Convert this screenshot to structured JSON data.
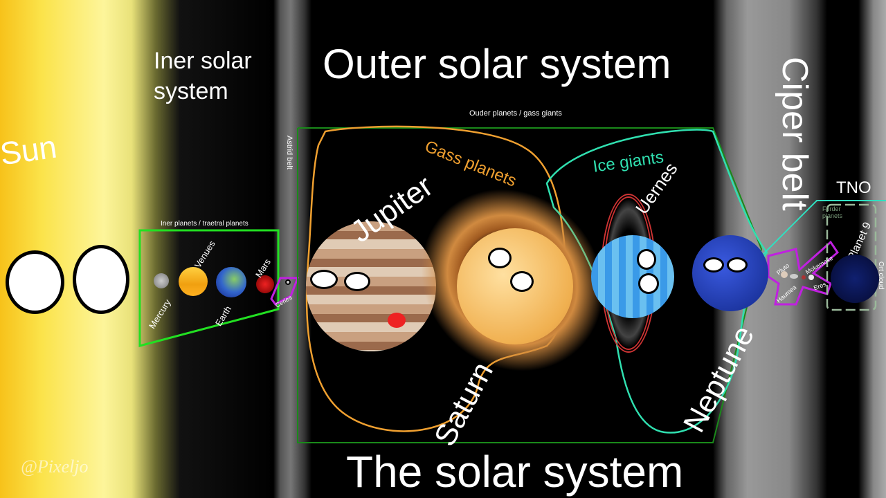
{
  "titles": {
    "main": "The solar system",
    "outer": "Outer solar system",
    "inner": "Iner solar system",
    "sun": "Sun",
    "kuiper": "Ciper belt",
    "tno": "TNO"
  },
  "groups": {
    "inner_planets": "Iner planets / traetral planets",
    "outer_planets": "Ouder planets / gass giants",
    "gas_planets": "Gass planets",
    "ice_giants": "Ice giants",
    "asteroid_belt": "Astrid belt",
    "further_planets": "Ferder planets",
    "oort_cloud": "Ort cloud"
  },
  "planets": {
    "mercury": "Mercury",
    "venus": "Venues",
    "earth": "Earth",
    "mars": "Mars",
    "ceres": "Ceries",
    "jupiter": "Jupiter",
    "saturn": "Saturn",
    "uranus": "Uernes",
    "neptune": "Neptune",
    "pluto": "Pluto",
    "haumea": "Haumea",
    "makemake": "Mokemoke",
    "eris": "Eres",
    "planet9": "Planet 9"
  },
  "watermark": "@Pixeljo",
  "colors": {
    "inner_outline": "#22e022",
    "outer_outline": "#1a8a1a",
    "gas_outline": "#f0a030",
    "ice_outline": "#30e0b0",
    "dwarf_outline": "#c020e0",
    "tno_outline": "#30e0c0"
  }
}
